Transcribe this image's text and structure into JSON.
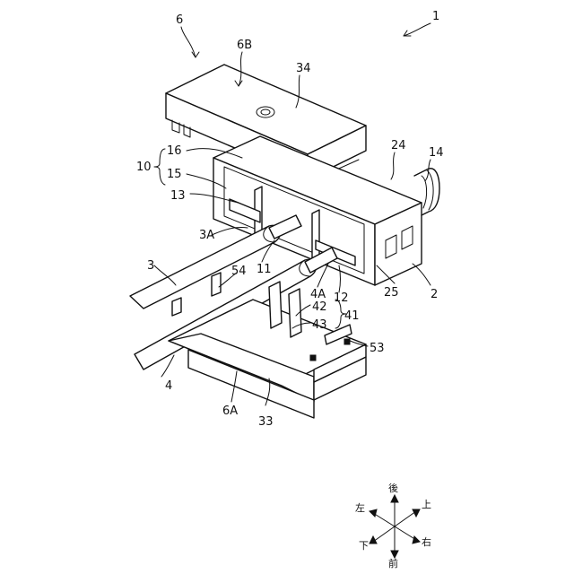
{
  "labels": {
    "l1": "1",
    "l6": "6",
    "l6B": "6B",
    "l34": "34",
    "l24": "24",
    "l14": "14",
    "l16": "16",
    "l10": "10",
    "l15": "15",
    "l13": "13",
    "l3A": "3A",
    "l11": "11",
    "l3": "3",
    "l54": "54",
    "l4A": "4A",
    "l12": "12",
    "l25": "25",
    "l2": "2",
    "l42": "42",
    "l41": "41",
    "l43": "43",
    "l53": "53",
    "l4": "4",
    "l6A": "6A",
    "l33": "33"
  },
  "directions": {
    "back": "後",
    "up": "上",
    "left": "左",
    "down": "下",
    "right": "右",
    "front": "前"
  }
}
